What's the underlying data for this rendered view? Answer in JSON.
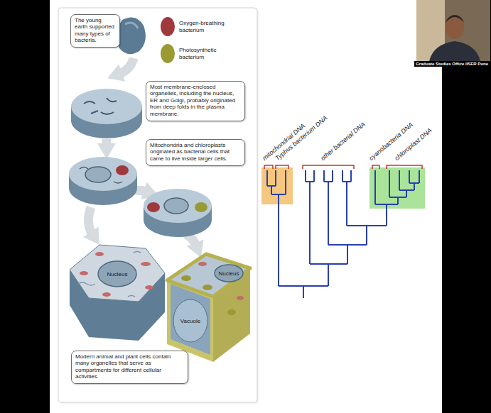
{
  "diagram": {
    "nodes": [
      {
        "text": [
          "The young earth supported many types of bacteria."
        ]
      },
      {
        "text": [
          "Most membrane-enclosed organelles, including the nucleus, ER and Golgi, probably originated from deep folds in the plasma membrane."
        ]
      },
      {
        "text": [
          "Mitochondria and chloroplasts originated as bacterial cells that came to live inside larger cells."
        ]
      },
      {
        "text": [
          "Modern animal and plant cells contain many organelles that serve as compartments for different cellular activities."
        ]
      }
    ],
    "labels": [
      "Nucleus",
      "Nucleus",
      "Vacuole",
      "mitochondrial DNA",
      "Typhus bacterium DNA",
      "other bacterial DNA",
      "cyanobacteria DNA",
      "chloroplast DNA",
      "Graduate Studies Office IISER Pune"
    ],
    "legend": [
      {
        "text": "Oxygen-breathing bacterium",
        "color": "#a0393b"
      },
      {
        "text": "Photosynthetic bacterium",
        "color": "#9a9a33"
      }
    ]
  }
}
